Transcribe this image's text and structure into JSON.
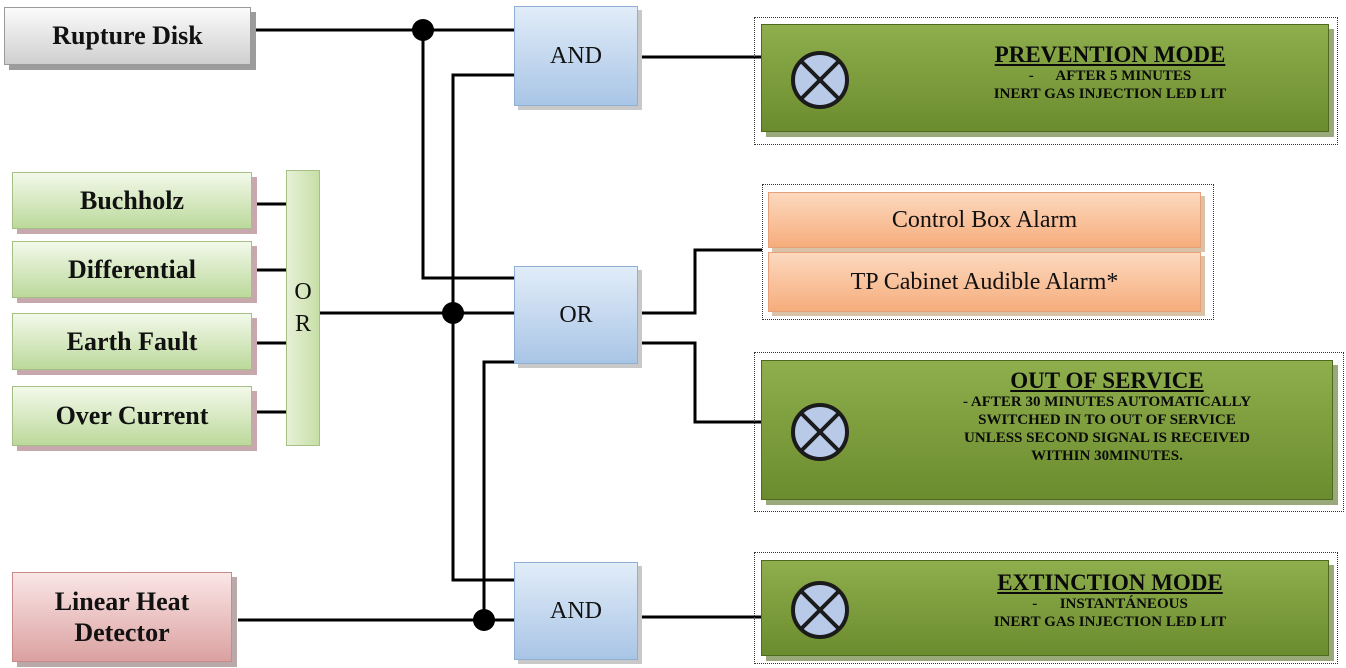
{
  "inputs": {
    "rupture_disk": "Rupture Disk",
    "buchholz": "Buchholz",
    "differential": "Differential",
    "earth_fault": "Earth Fault",
    "over_current": "Over Current",
    "linear_heat_line1": "Linear Heat",
    "linear_heat_line2": "Detector"
  },
  "or_bar": {
    "letter1": "O",
    "letter2": "R"
  },
  "gates": {
    "and_top": "AND",
    "or_mid": "OR",
    "and_bottom": "AND"
  },
  "prevention": {
    "title": "PREVENTION MODE",
    "line1": "-      AFTER 5 MINUTES",
    "line2": "INERT GAS INJECTION LED LIT"
  },
  "alarms": {
    "control_box": "Control Box Alarm",
    "tp_cabinet": "TP Cabinet Audible Alarm*"
  },
  "out_of_service": {
    "title": "OUT OF SERVICE",
    "line1": "- AFTER 30 MINUTES AUTOMATICALLY",
    "line2": "SWITCHED IN TO OUT OF SERVICE",
    "line3": "UNLESS SECOND SIGNAL IS RECEIVED",
    "line4": "WITHIN 30MINUTES."
  },
  "extinction": {
    "title": "EXTINCTION MODE",
    "line1": "-      INSTANTÁNEOUS",
    "line2": "INERT GAS INJECTION LED LIT"
  },
  "colors": {
    "mode_green": "#7a9a3a",
    "gate_blue": "#c3d6ef",
    "input_green": "#d6e8bf",
    "alarm_orange": "#f9c29e",
    "detector_red": "#e9b9b9"
  },
  "icons": {
    "lamp": "lamp-indicator-icon"
  }
}
